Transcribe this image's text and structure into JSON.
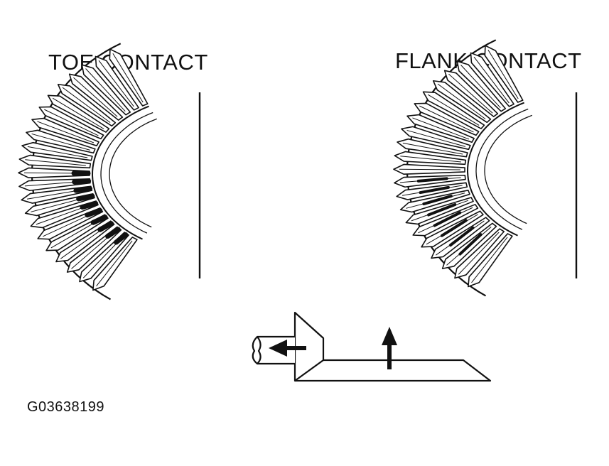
{
  "labels": {
    "toe": "TOE CONTACT",
    "flank": "FLANK CONTACT"
  },
  "figure_id": "G03638199",
  "colors": {
    "ink": "#111111",
    "paper": "#ffffff"
  }
}
